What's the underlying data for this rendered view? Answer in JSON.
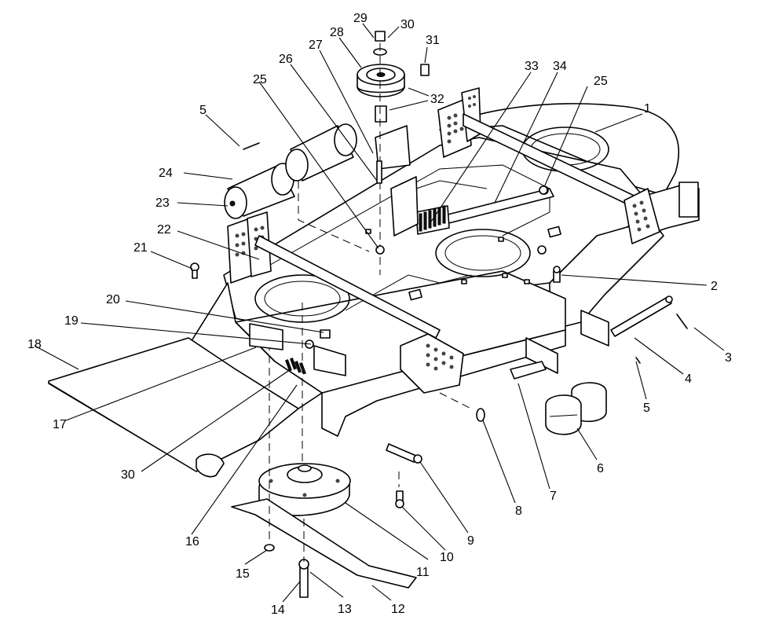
{
  "callouts": [
    {
      "id": "c1",
      "text": "1"
    },
    {
      "id": "c2",
      "text": "2"
    },
    {
      "id": "c3",
      "text": "3"
    },
    {
      "id": "c4",
      "text": "4"
    },
    {
      "id": "c5a",
      "text": "5"
    },
    {
      "id": "c5b",
      "text": "5"
    },
    {
      "id": "c6",
      "text": "6"
    },
    {
      "id": "c7",
      "text": "7"
    },
    {
      "id": "c8",
      "text": "8"
    },
    {
      "id": "c9",
      "text": "9"
    },
    {
      "id": "c10",
      "text": "10"
    },
    {
      "id": "c11",
      "text": "11"
    },
    {
      "id": "c12",
      "text": "12"
    },
    {
      "id": "c13",
      "text": "13"
    },
    {
      "id": "c14",
      "text": "14"
    },
    {
      "id": "c15",
      "text": "15"
    },
    {
      "id": "c16",
      "text": "16"
    },
    {
      "id": "c17",
      "text": "17"
    },
    {
      "id": "c18",
      "text": "18"
    },
    {
      "id": "c19",
      "text": "19"
    },
    {
      "id": "c20",
      "text": "20"
    },
    {
      "id": "c21",
      "text": "21"
    },
    {
      "id": "c22",
      "text": "22"
    },
    {
      "id": "c23",
      "text": "23"
    },
    {
      "id": "c24",
      "text": "24"
    },
    {
      "id": "c25a",
      "text": "25"
    },
    {
      "id": "c25b",
      "text": "25"
    },
    {
      "id": "c26",
      "text": "26"
    },
    {
      "id": "c27",
      "text": "27"
    },
    {
      "id": "c28",
      "text": "28"
    },
    {
      "id": "c29",
      "text": "29"
    },
    {
      "id": "c30a",
      "text": "30"
    },
    {
      "id": "c30b",
      "text": "30"
    },
    {
      "id": "c31",
      "text": "31"
    },
    {
      "id": "c32",
      "text": "32"
    },
    {
      "id": "c33",
      "text": "33"
    },
    {
      "id": "c34",
      "text": "34"
    }
  ]
}
